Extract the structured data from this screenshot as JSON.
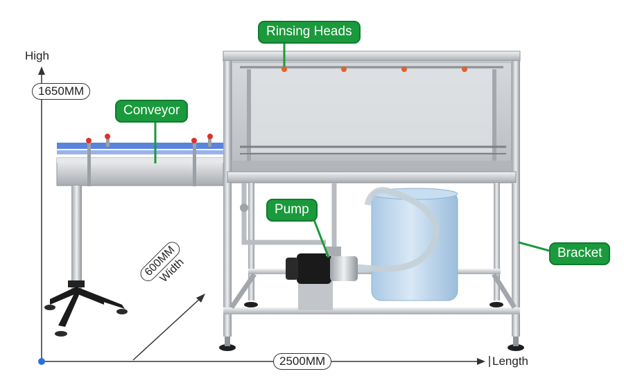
{
  "callouts": {
    "rinsing_heads": "Rinsing Heads",
    "conveyor": "Conveyor",
    "pump": "Pump",
    "bracket": "Bracket"
  },
  "dimensions": {
    "height_axis": "High",
    "height_value": "1650MM",
    "length_axis": "Length",
    "length_value": "2500MM",
    "width_axis": "Width",
    "width_value": "600MM"
  },
  "colors": {
    "callout_green": "#1a9a3c",
    "axis_dot": "#2f6fd8",
    "steel": "#c9ccd0",
    "tank_blue": "#bcd7ee",
    "nozzle_orange": "#e0632a"
  }
}
